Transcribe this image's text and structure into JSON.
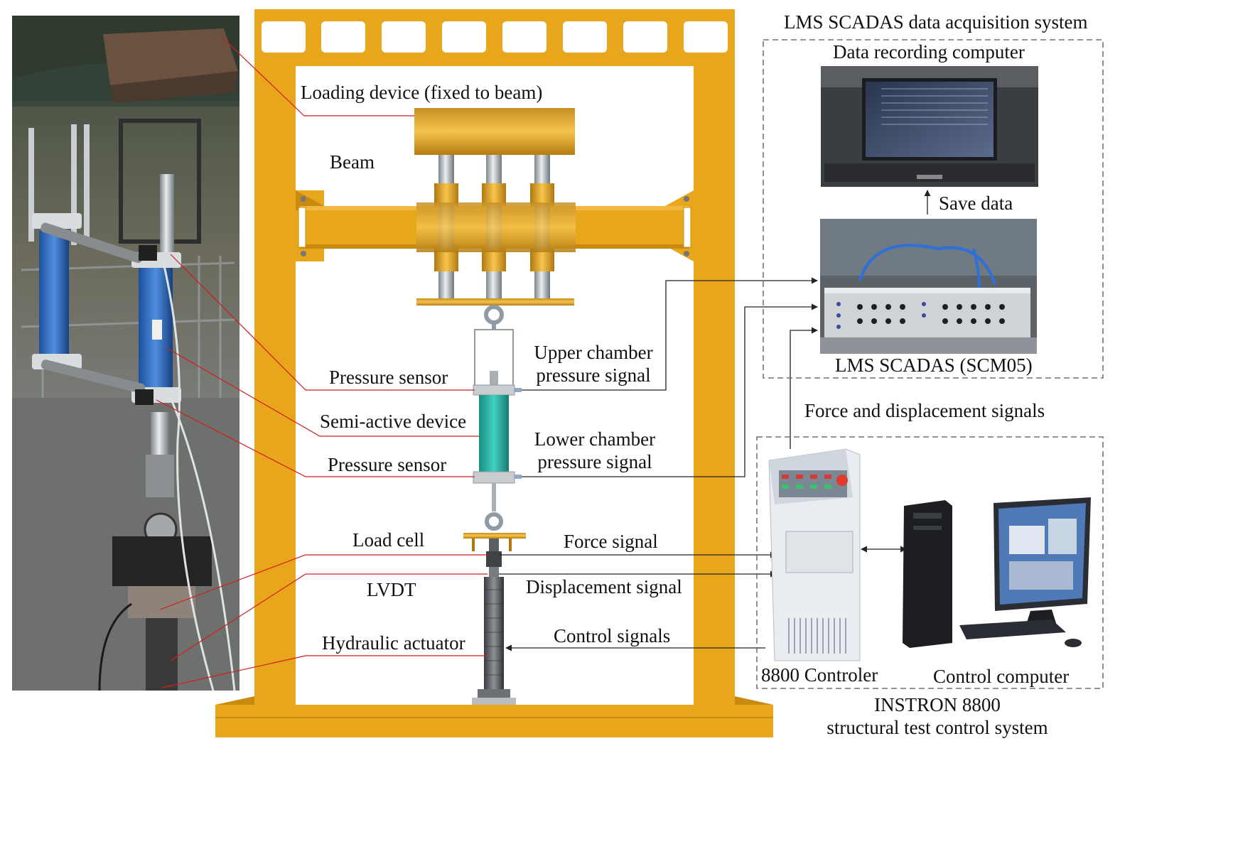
{
  "labels": {
    "loading_device": "Loading device (fixed to beam)",
    "beam": "Beam",
    "pressure_sensor_upper": "Pressure sensor",
    "semi_active_device": "Semi-active device",
    "pressure_sensor_lower": "Pressure  sensor",
    "upper_chamber_line1": "Upper chamber",
    "upper_chamber_line2": "pressure signal",
    "lower_chamber_line1": "Lower chamber",
    "lower_chamber_line2": "pressure signal",
    "load_cell": "Load cell",
    "force_signal": "Force signal",
    "lvdt": "LVDT",
    "displacement_signal": "Displacement signal",
    "hydraulic_actuator": "Hydraulic actuator",
    "control_signals": "Control signals",
    "lms_system": "LMS SCADAS data acquisition system",
    "data_recording_computer": "Data recording computer",
    "save_data": "Save data",
    "lms_scadas_scm05": "LMS SCADAS (SCM05)",
    "force_displacement_signals": "Force and displacement signals",
    "controller_8800": "8800 Controler",
    "control_computer": "Control computer",
    "instron_line1": "INSTRON 8800",
    "instron_line2": "structural test control system"
  },
  "colors": {
    "frame": "#e8a61c",
    "frame_dark": "#c98a10",
    "leader_line": "#d21d1d",
    "signal_line": "#222222",
    "device_body": "#2fb5a6"
  },
  "icons": {
    "test_photo": "photo-test-rig",
    "laptop": "laptop-icon",
    "daq_unit": "daq-hardware-icon",
    "controller": "controller-cabinet-icon",
    "desktop": "desktop-computer-icon"
  }
}
